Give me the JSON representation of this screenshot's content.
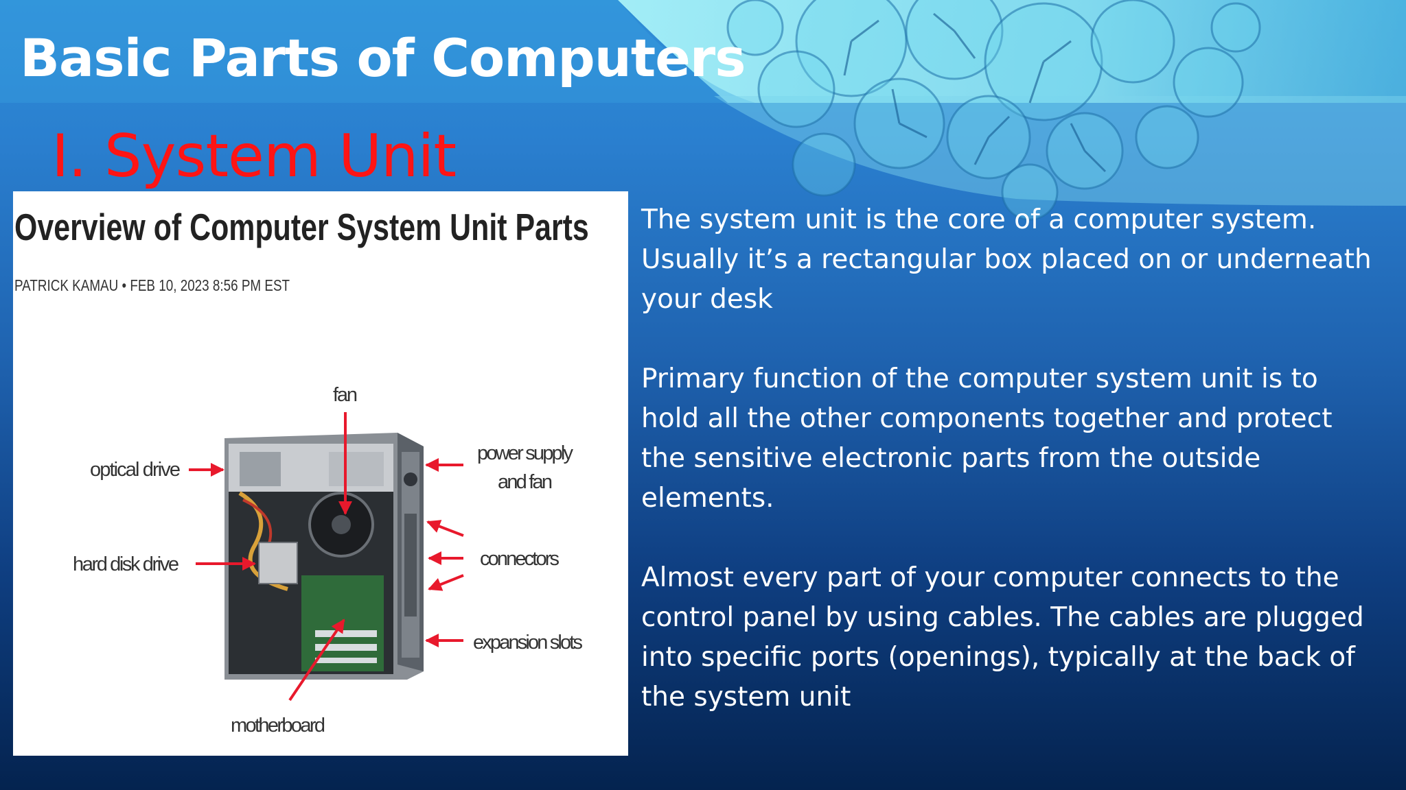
{
  "slide": {
    "title": "Basic Parts of Computers",
    "section_title": "I. System Unit",
    "figure": {
      "title": "Overview of Computer System Unit Parts",
      "byline": "PATRICK KAMAU • FEB 10, 2023 8:56 PM EST",
      "labels": {
        "fan": "fan",
        "optical_drive": "optical drive",
        "hard_disk_drive": "hard disk drive",
        "power_supply_line1": "power supply",
        "power_supply_line2": "and fan",
        "connectors": "connectors",
        "expansion_slots": "expansion slots",
        "motherboard": "motherboard"
      }
    },
    "paragraphs": [
      "The system unit is the core of a computer system. Usually it’s a rectangular box placed on or underneath your desk",
      "Primary function of the computer system unit is to hold all the other components together and protect the sensitive electronic parts from the outside elements.",
      "Almost every part of your computer connects to the control panel by using cables. The cables are plugged into specific ports (openings), typically at the back of the system unit"
    ]
  },
  "colors": {
    "title": "#ffffff",
    "section_title": "#ff1414",
    "arrow": "#e8192c",
    "background_top": "#2f8fd8",
    "background_bottom": "#04234f"
  }
}
